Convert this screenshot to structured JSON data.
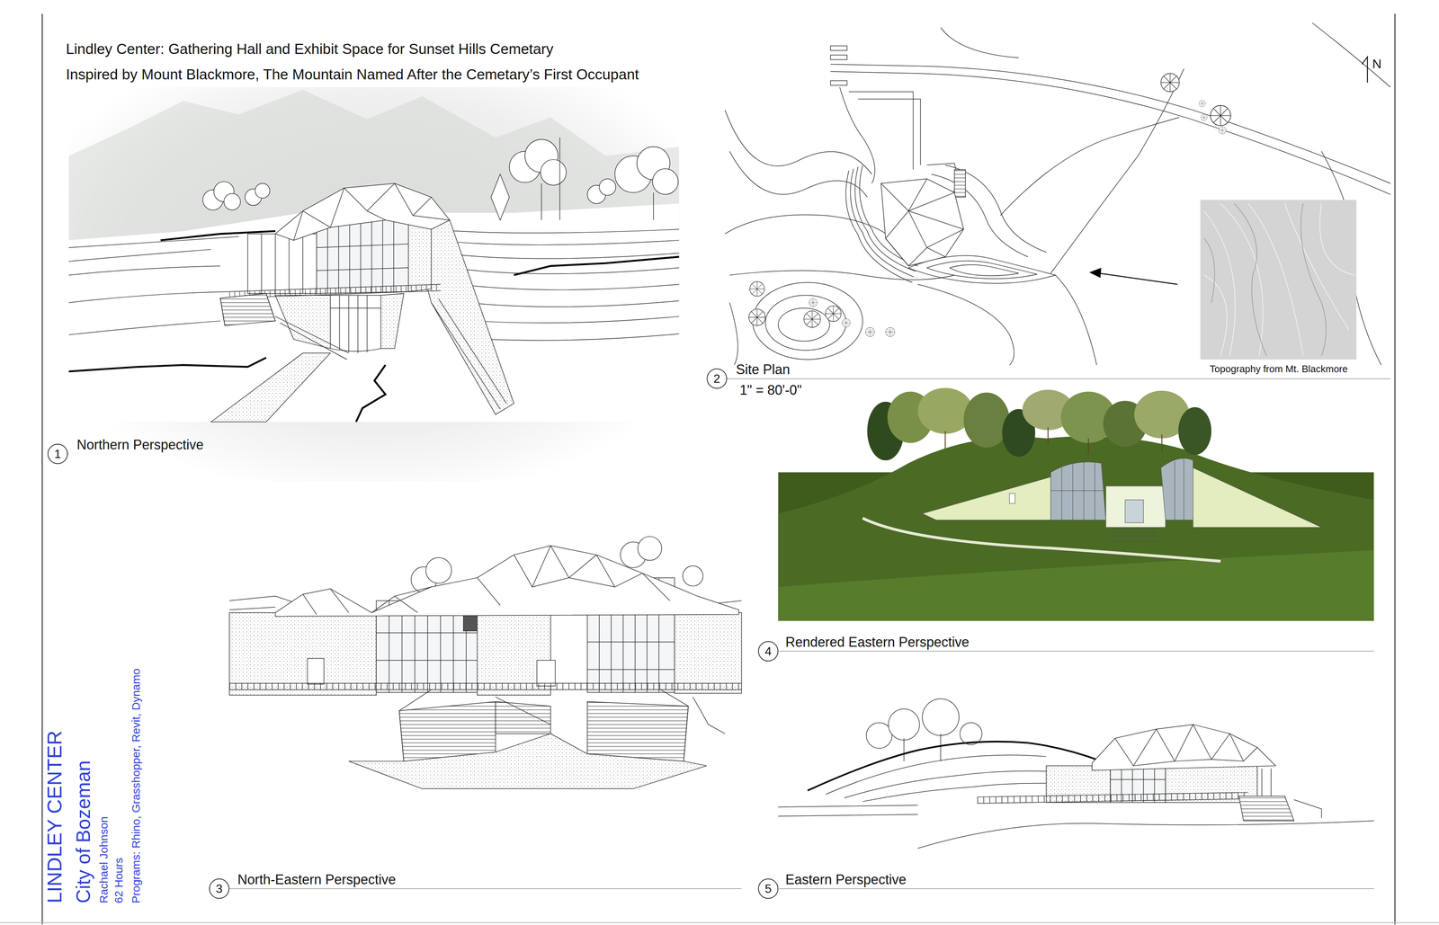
{
  "diagram": {
    "title": "Lindley Center: Gathering Hall and Exhibit Space for Sunset Hills Cemetary",
    "nodes": [
      {
        "text": [
          "1",
          "Northern Perspective"
        ]
      },
      {
        "text": [
          "2",
          "Site Plan"
        ]
      },
      {
        "text": [
          "3",
          "North-Eastern Perspective"
        ]
      },
      {
        "text": [
          "4",
          "Rendered Eastern Perspective"
        ]
      },
      {
        "text": [
          "5",
          "Eastern Perspective"
        ]
      }
    ],
    "labels": [
      "Inspired by Mount Blackmore, The Mountain Named After the Cemetary’s First Occupant",
      "1\" = 80'-0\"",
      "N",
      "Topography from Mt. Blackmore",
      "LINDLEY CENTER",
      "City of Bozeman",
      "Rachael Johnson",
      "62 Hours",
      "Programs: Rhino, Grasshopper, Revit, Dynamo"
    ]
  }
}
